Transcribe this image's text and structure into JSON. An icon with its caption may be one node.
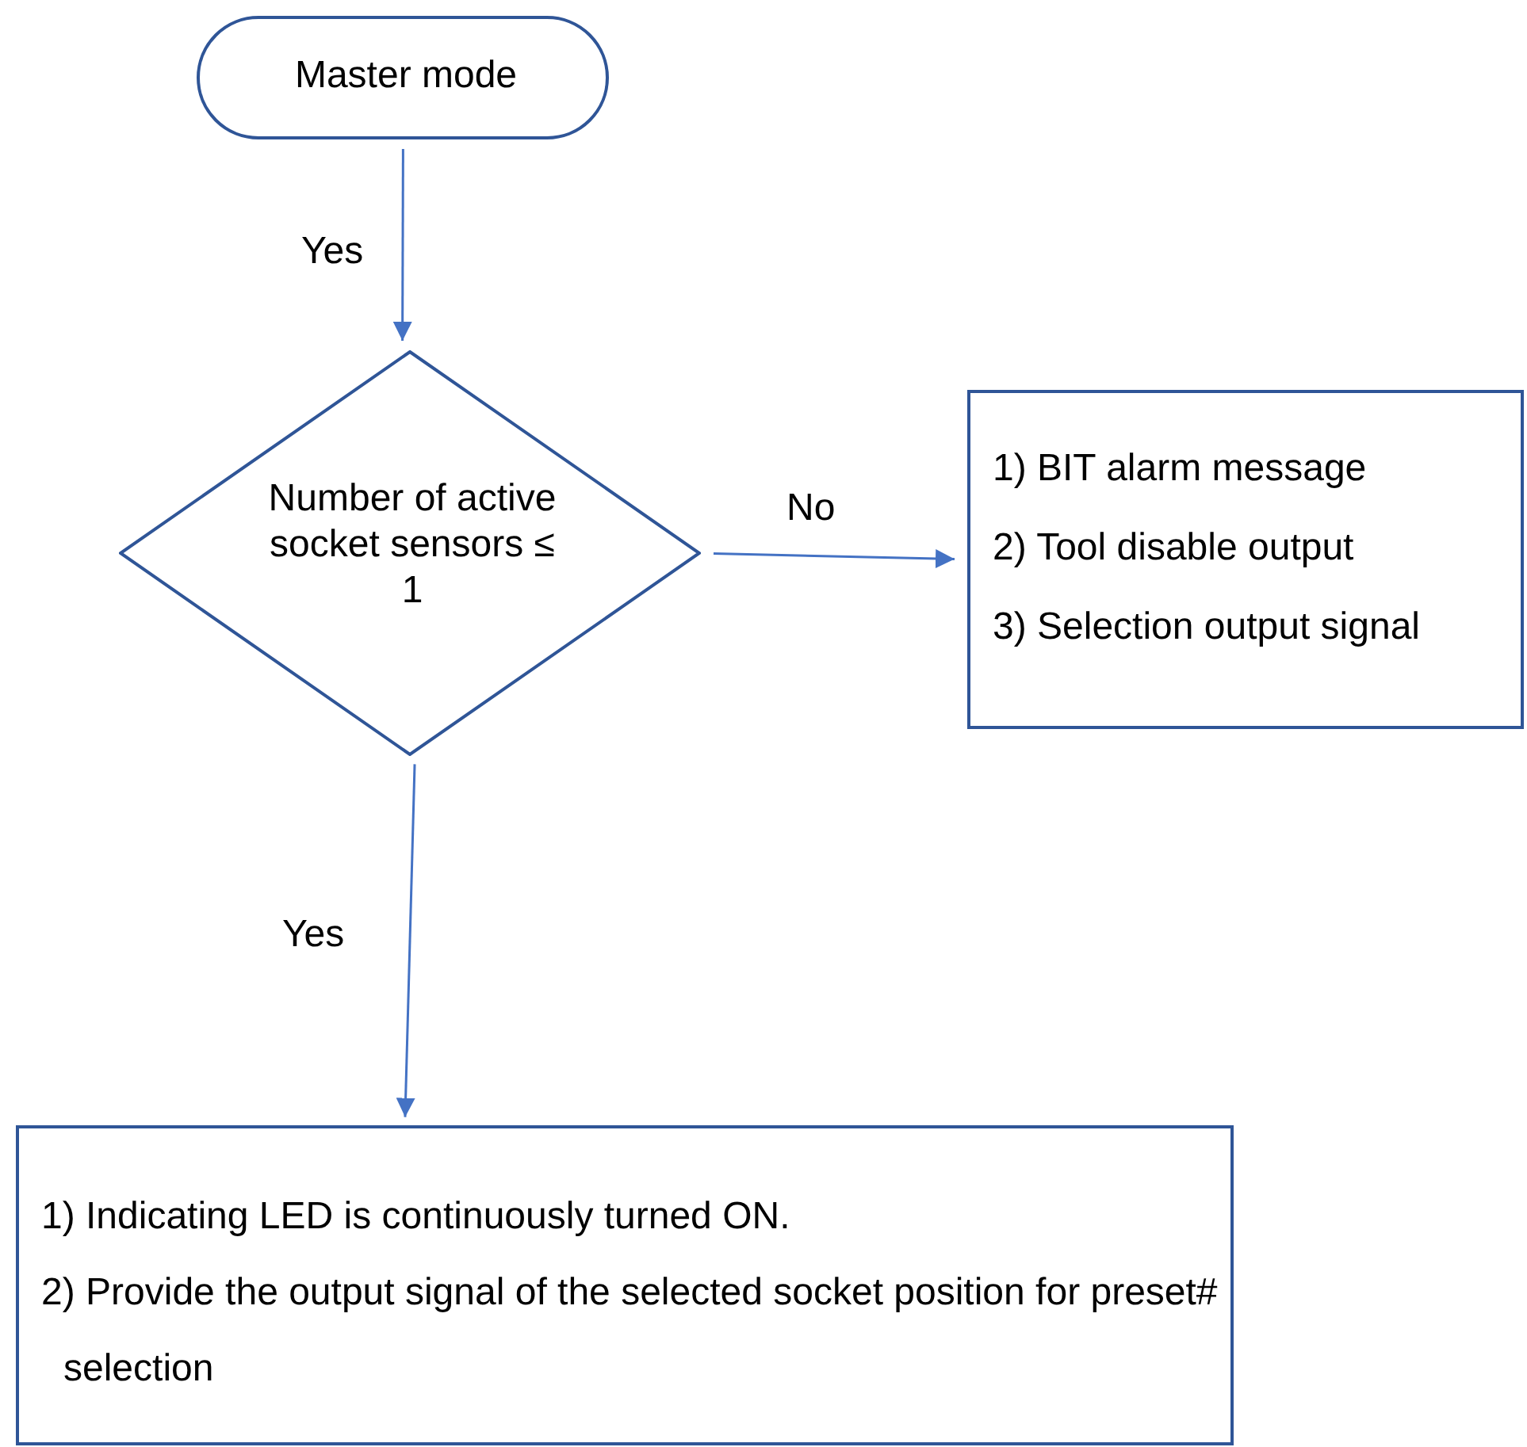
{
  "diagram": {
    "nodes": [
      {
        "text": [
          "Master mode"
        ]
      },
      {
        "text": [
          "Number of active socket sensors ≤ 1"
        ]
      },
      {
        "text": [
          "1) BIT alarm message",
          "2) Tool disable output",
          "3) Selection output signal"
        ]
      },
      {
        "text": [
          "1) Indicating LED is continuously turned ON.",
          "2) Provide the output signal of the selected socket position for preset# selection"
        ]
      }
    ],
    "edges": [
      {
        "from": 0,
        "to": 1,
        "arrow": "to",
        "label": "Yes"
      },
      {
        "from": 1,
        "to": 2,
        "arrow": "to",
        "label": "No"
      },
      {
        "from": 1,
        "to": 3,
        "arrow": "to",
        "label": "Yes"
      }
    ]
  }
}
